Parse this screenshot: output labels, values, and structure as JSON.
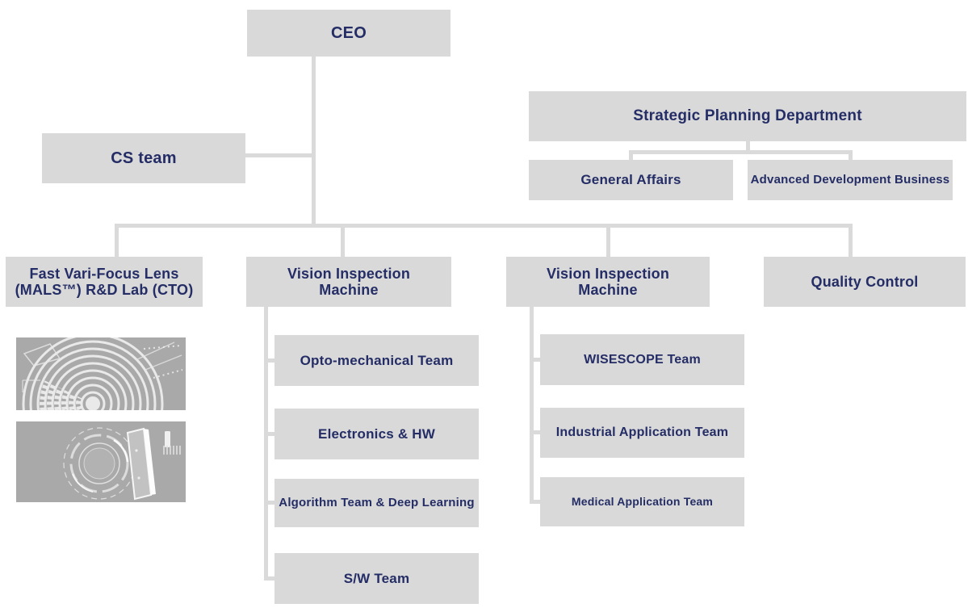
{
  "colors": {
    "box_fill": "#d9d9d9",
    "text_navy": "#242d65",
    "connector_gray": "#dadada",
    "image_background": "#a9a9a9",
    "page_background": "#ffffff"
  },
  "org_chart": {
    "ceo": {
      "label": "CEO"
    },
    "cs_team": {
      "label": "CS team"
    },
    "strategic_planning": {
      "label": "Strategic Planning Department",
      "children": [
        {
          "label": "General Affairs"
        },
        {
          "label": "Advanced Development Business"
        }
      ]
    },
    "departments": [
      {
        "line1": "Fast Vari-Focus Lens",
        "line2": "(MALS™) R&D Lab (CTO)",
        "children": []
      },
      {
        "line1": "Vision Inspection",
        "line2": "Machine",
        "children": [
          {
            "label": "Opto-mechanical Team"
          },
          {
            "label": "Electronics & HW"
          },
          {
            "label": "Algorithm Team & Deep Learning"
          },
          {
            "label": "S/W Team"
          }
        ]
      },
      {
        "line1": "Vision Inspection",
        "line2": "Machine",
        "children": [
          {
            "label": "WISESCOPE Team"
          },
          {
            "label": "Industrial Application Team"
          },
          {
            "label": "Medical Application Team"
          }
        ]
      },
      {
        "line1": "Quality Control",
        "line2": "",
        "children": []
      }
    ],
    "images": [
      {
        "name": "mals-lens-concentric-diagram"
      },
      {
        "name": "lens-module-side-view"
      }
    ]
  }
}
